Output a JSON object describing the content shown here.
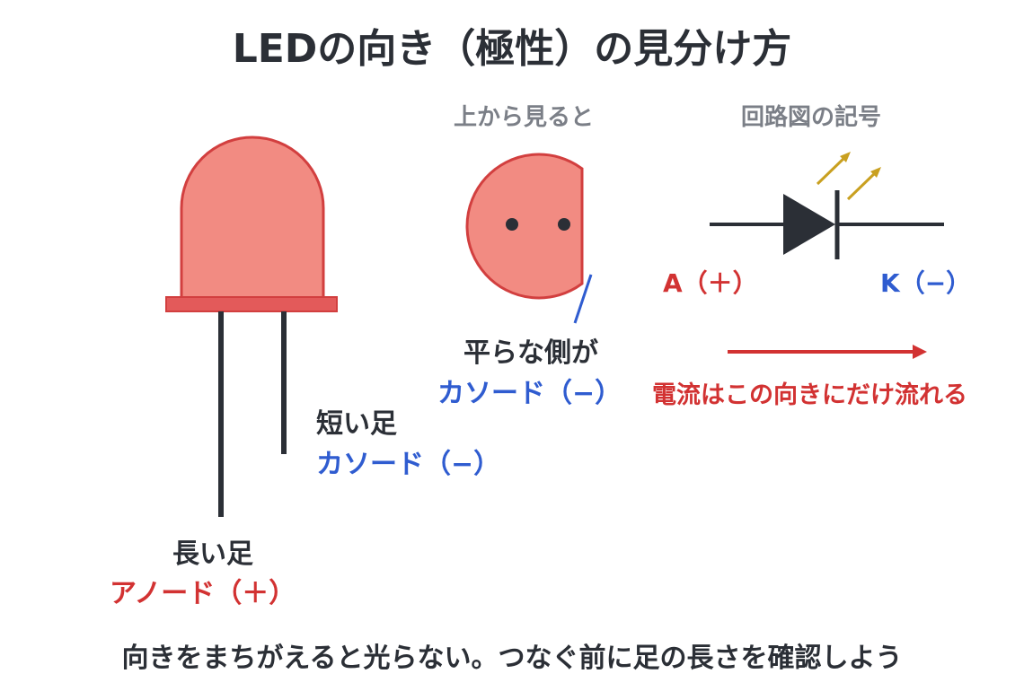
{
  "title": "LEDの向き（極性）の見分け方",
  "top_view": {
    "heading": "上から見ると",
    "flat_side_label": "平らな側が",
    "flat_side_polarity": "カソード（−）"
  },
  "circuit_symbol": {
    "heading": "回路図の記号",
    "anode_label": "A（＋）",
    "cathode_label": "K（−）",
    "current_note": "電流はこの向きにだけ流れる"
  },
  "led_side_view": {
    "short_leg_label": "短い足",
    "short_leg_polarity": "カソード（−）",
    "long_leg_label": "長い足",
    "long_leg_polarity": "アノード（＋）"
  },
  "footer_note": "向きをまちがえると光らない。つなぐ前に足の長さを確認しよう",
  "colors": {
    "led_body": "#f28b82",
    "led_outline": "#d23f3f",
    "anode_red": "#d23232",
    "cathode_blue": "#2f5cd0",
    "light_arrow": "#c9a020",
    "ink": "#2b2f36"
  }
}
